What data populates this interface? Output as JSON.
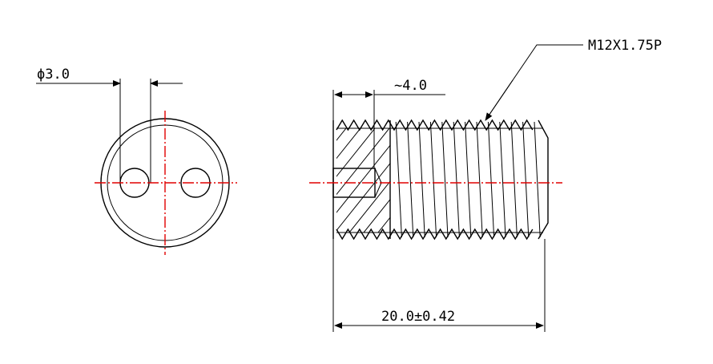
{
  "dimensions": {
    "hole_diameter": "ϕ3.0",
    "hole_depth": "~4.0",
    "thread_spec": "M12X1.75P",
    "overall_length": "20.0±0.42"
  },
  "colors": {
    "line": "#000000",
    "centerline": "#e00000"
  }
}
